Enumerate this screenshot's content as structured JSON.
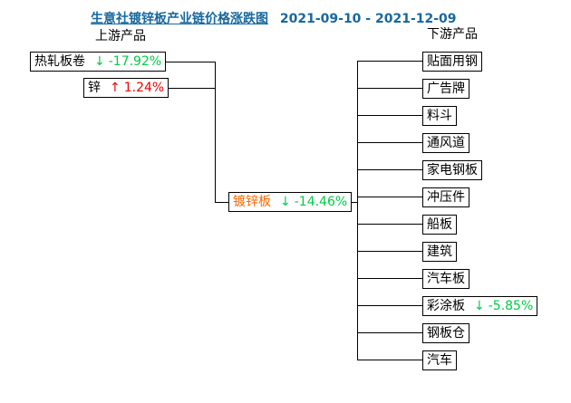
{
  "title": {
    "link_text": "生意社镀锌板产业链价格涨跌图",
    "date_range": "2021-09-10 - 2021-12-09"
  },
  "column_headers": {
    "upstream": "上游产品",
    "downstream": "下游产品"
  },
  "diagram": {
    "upstream": [
      {
        "label": "热轧板卷",
        "arrow": "↓",
        "change": "-17.92%",
        "direction": "down"
      },
      {
        "label": "锌",
        "arrow": "↑",
        "change": "1.24%",
        "direction": "up"
      }
    ],
    "center": {
      "label": "镀锌板",
      "arrow": "↓",
      "change": "-14.46%",
      "direction": "down"
    },
    "downstream": [
      {
        "label": "贴面用钢"
      },
      {
        "label": "广告牌"
      },
      {
        "label": "料斗"
      },
      {
        "label": "通风道"
      },
      {
        "label": "家电钢板"
      },
      {
        "label": "冲压件"
      },
      {
        "label": "船板"
      },
      {
        "label": "建筑"
      },
      {
        "label": "汽车板"
      },
      {
        "label": "彩涂板",
        "arrow": "↓",
        "change": "-5.85%",
        "direction": "down"
      },
      {
        "label": "钢板仓"
      },
      {
        "label": "汽车"
      }
    ]
  },
  "colors": {
    "title_blue": "#17689E",
    "down_green": "#00CC44",
    "up_red": "#EE0000",
    "center_orange": "#FF6600",
    "line_black": "#000000",
    "background": "#FFFFFF"
  }
}
